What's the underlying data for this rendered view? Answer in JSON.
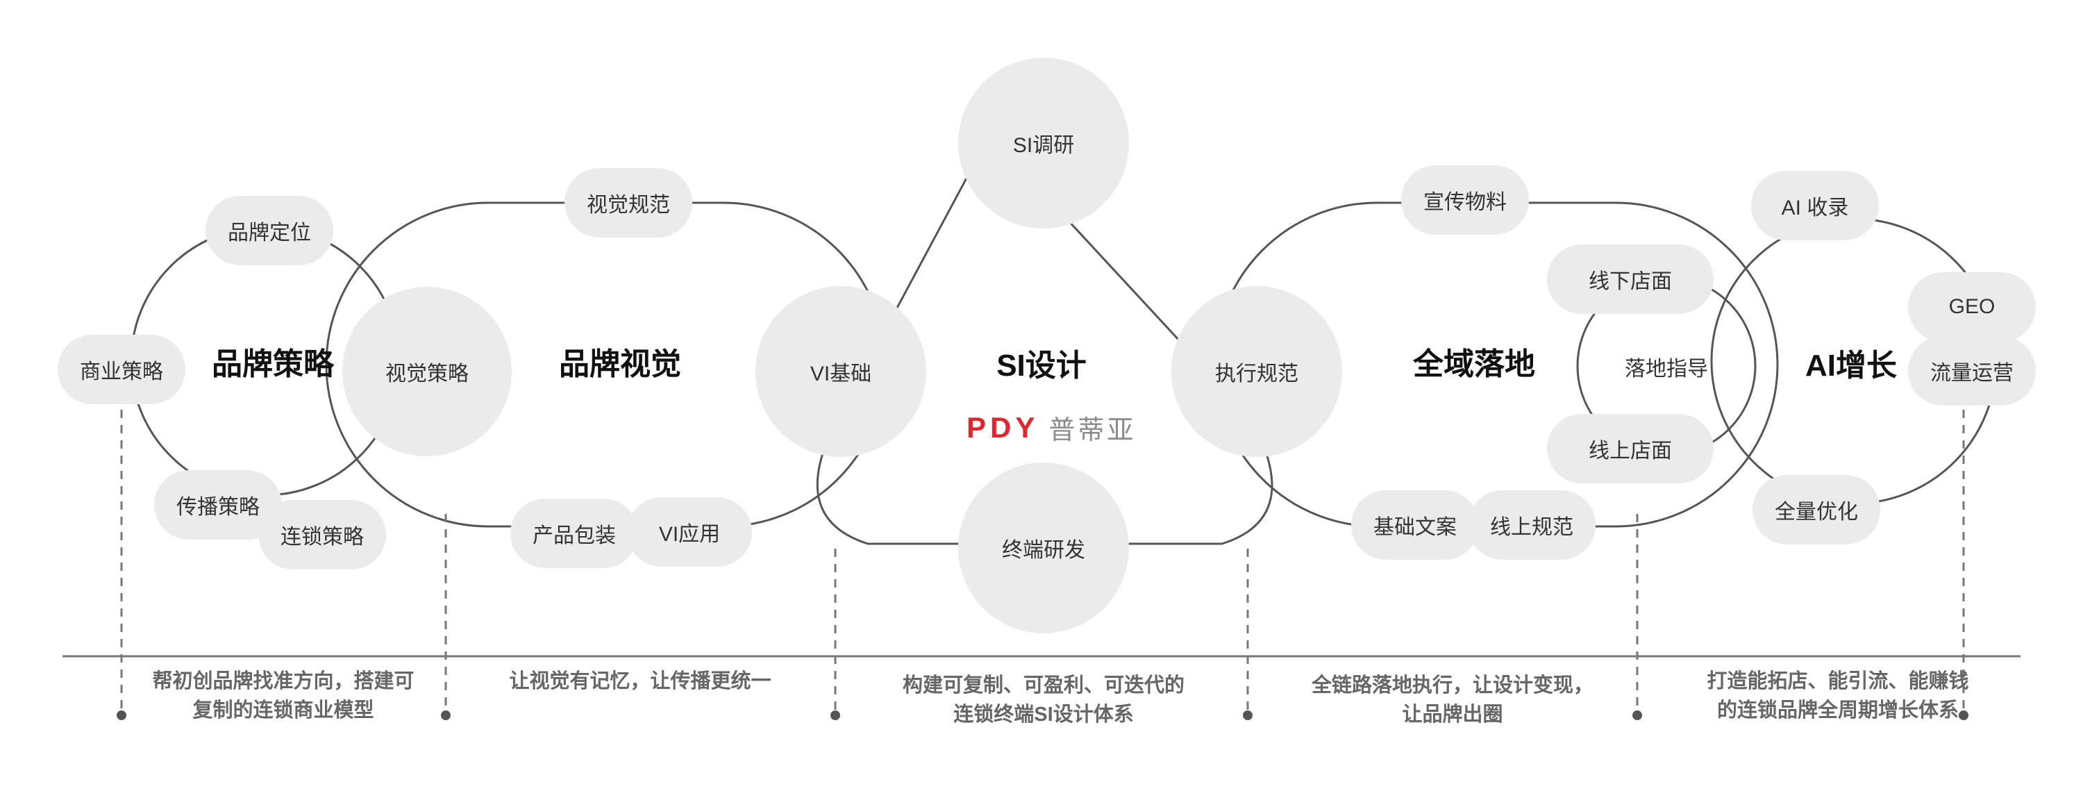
{
  "sections": [
    {
      "title": "品牌策略",
      "nodes": [
        "品牌定位",
        "商业策略",
        "传播策略",
        "连锁策略"
      ],
      "description": "帮初创品牌找准方向，搭建可\n复制的连锁商业模型"
    },
    {
      "title": "品牌视觉",
      "nodes": [
        "视觉策略",
        "视觉规范",
        "产品包装",
        "VI应用"
      ],
      "description": "让视觉有记忆，让传播更统一"
    },
    {
      "title": "SI设计",
      "nodes": [
        "VI基础",
        "SI调研",
        "终端研发",
        "执行规范"
      ],
      "description": "构建可复制、可盈利、可迭代的\n连锁终端SI设计体系"
    },
    {
      "title": "全域落地",
      "nodes": [
        "宣传物料",
        "线下店面",
        "落地指导",
        "线上店面",
        "基础文案",
        "线上规范"
      ],
      "description": "全链路落地执行，让设计变现，\n让品牌出圈"
    },
    {
      "title": "AI增长",
      "nodes": [
        "AI 收录",
        "GEO",
        "流量运营",
        "全量优化"
      ],
      "description": "打造能拓店、能引流、能赚钱\n的连锁品牌全周期增长体系"
    }
  ],
  "brand": {
    "mark": "PDY",
    "name": "普蒂亚",
    "color": "#e0262f"
  },
  "colors": {
    "node_fill": "#ebebeb",
    "line": "#555555",
    "text_muted": "#666666"
  }
}
